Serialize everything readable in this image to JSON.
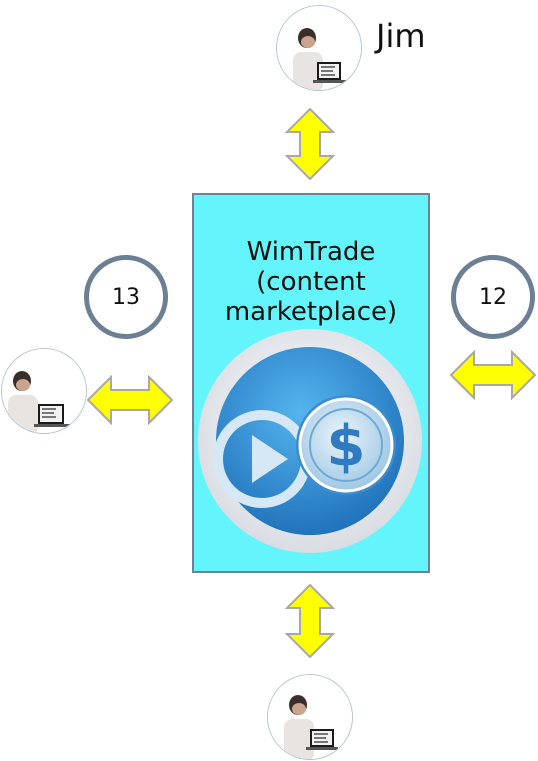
{
  "users": {
    "top": {
      "name": "Jim"
    },
    "left": {
      "name": ""
    },
    "bottom": {
      "name": ""
    }
  },
  "platform": {
    "title_line1": "WimTrade",
    "title_line2": "(content",
    "title_line3": "marketplace)",
    "background_color": "#63f5fb",
    "logo_icon": "play-dollar-coin-icon"
  },
  "badges": {
    "left": "13",
    "right": "12"
  },
  "colors": {
    "arrow_fill": "#ffff00",
    "arrow_stroke": "#a8a8a8",
    "badge_border": "#6c7f93",
    "logo_blue": "#2a8bd0"
  }
}
